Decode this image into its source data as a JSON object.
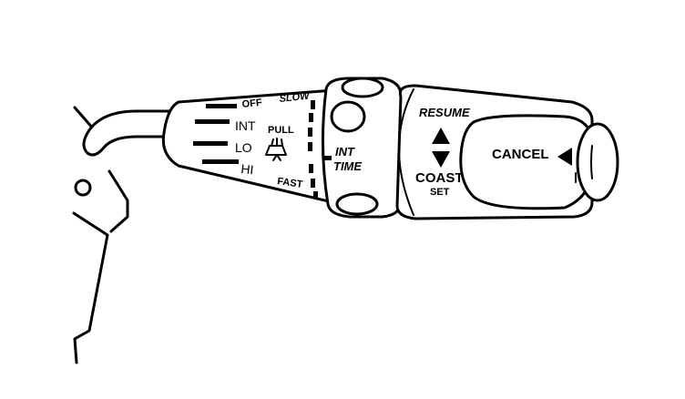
{
  "labels": {
    "off": "OFF",
    "slow": "SLOW",
    "int": "INT",
    "lo": "LO",
    "hi": "HI",
    "pull": "PULL",
    "fast": "FAST",
    "int_time_1": "INT",
    "int_time_2": "TIME",
    "resume": "RESUME",
    "coast": "COAST",
    "set": "SET",
    "cancel": "CANCEL"
  },
  "icons": [
    "washer-icon",
    "arrow-up-icon",
    "arrow-down-icon",
    "arrow-left-icon"
  ],
  "colors": {
    "ink": "#000000",
    "paper": "#ffffff"
  }
}
